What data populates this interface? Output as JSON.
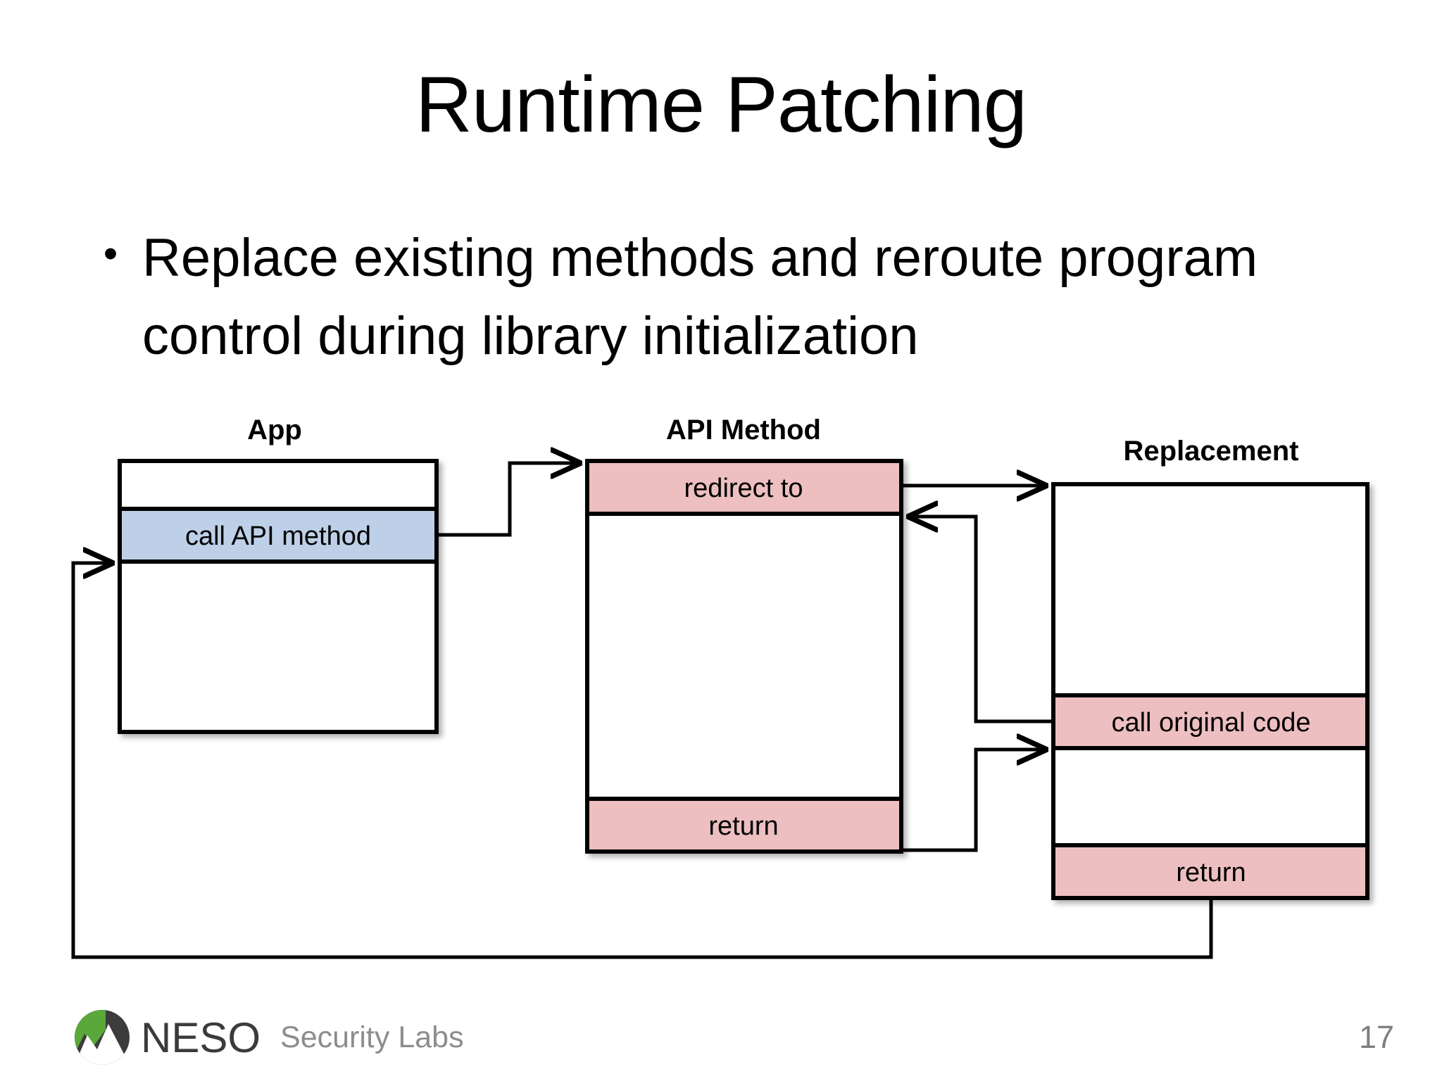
{
  "slide": {
    "title": "Runtime Patching",
    "page_number": "17",
    "bullets": [
      {
        "marker": "•",
        "text": "Replace existing methods and reroute program control during library initialization"
      }
    ]
  },
  "colors": {
    "accent_blue": "#bdd0e7",
    "accent_pink": "#edbfc0",
    "stroke": "#000000",
    "logo_green": "#4a9a33",
    "logo_dark": "#3b3b3b",
    "muted_text": "#7f7f7f"
  },
  "diagram": {
    "type": "flow",
    "columns": [
      {
        "id": "app",
        "label": "App",
        "rows": [
          {
            "text": "",
            "fill": "none"
          },
          {
            "text": "call API method",
            "fill": "blue"
          },
          {
            "text": "",
            "fill": "none"
          }
        ]
      },
      {
        "id": "api-method",
        "label": "API Method",
        "rows": [
          {
            "text": "redirect to",
            "fill": "pink"
          },
          {
            "text": "",
            "fill": "none"
          },
          {
            "text": "return",
            "fill": "pink"
          }
        ]
      },
      {
        "id": "replacement",
        "label": "Replacement",
        "rows": [
          {
            "text": "",
            "fill": "none"
          },
          {
            "text": "call original code",
            "fill": "pink"
          },
          {
            "text": "",
            "fill": "none"
          },
          {
            "text": "return",
            "fill": "pink"
          }
        ]
      }
    ],
    "connectors": [
      {
        "id": "app-to-api",
        "from": "app.call API method",
        "to": "api-method.redirect to"
      },
      {
        "id": "api-to-replacement",
        "from": "api-method.redirect to",
        "to": "replacement.top"
      },
      {
        "id": "replacement-call-original-back-to-api",
        "from": "replacement.call original code",
        "to": "api-method.body"
      },
      {
        "id": "api-return-to-replacement",
        "from": "api-method.return",
        "to": "replacement.body"
      },
      {
        "id": "replacement-return-to-app",
        "from": "replacement.return",
        "to": "app.call API method"
      }
    ]
  },
  "footer": {
    "brand": "NESO",
    "brand_sub": "Security Labs",
    "logo_icon": "neso-mountain-logo"
  }
}
